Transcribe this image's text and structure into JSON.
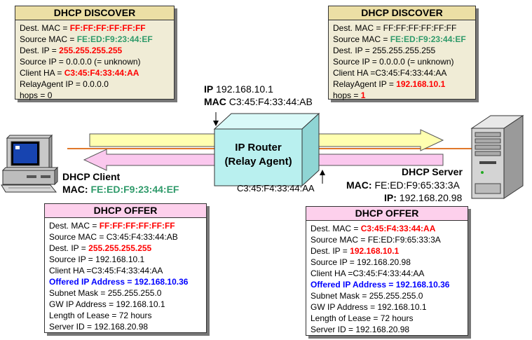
{
  "discover_left": {
    "title": "DHCP DISCOVER",
    "lines": [
      {
        "label": "Dest. MAC = ",
        "value": "FF:FF:FF:FF:FF:FF",
        "style": "red"
      },
      {
        "label": "Source MAC = ",
        "value": "FE:ED:F9:23:44:EF",
        "style": "green"
      },
      {
        "label": "Dest. IP = ",
        "value": "255.255.255.255",
        "style": "red"
      },
      {
        "label": "Source IP = 0.0.0.0 (= unknown)",
        "value": "",
        "style": ""
      },
      {
        "label": "Client HA = ",
        "value": "C3:45:F4:33:44:AA",
        "style": "red"
      },
      {
        "label": "RelayAgent IP = 0.0.0.0",
        "value": "",
        "style": ""
      },
      {
        "label": "hops = 0",
        "value": "",
        "style": ""
      }
    ]
  },
  "discover_right": {
    "title": "DHCP DISCOVER",
    "lines": [
      {
        "label": "Dest. MAC = FF:FF:FF:FF:FF:FF",
        "value": "",
        "style": ""
      },
      {
        "label": "Source MAC = ",
        "value": "FE:ED:F9:23:44:EF",
        "style": "green"
      },
      {
        "label": "Dest. IP = 255.255.255.255",
        "value": "",
        "style": ""
      },
      {
        "label": "Source IP = 0.0.0.0 (= unknown)",
        "value": "",
        "style": ""
      },
      {
        "label": "Client HA =C3:45:F4:33:44:AA",
        "value": "",
        "style": ""
      },
      {
        "label": "RelayAgent IP = ",
        "value": "192.168.10.1",
        "style": "red"
      },
      {
        "label": "hops = ",
        "value": "1",
        "style": "red"
      }
    ]
  },
  "offer_left": {
    "title": "DHCP OFFER",
    "lines": [
      {
        "label": "Dest. MAC = ",
        "value": "FF:FF:FF:FF:FF:FF",
        "style": "red"
      },
      {
        "label": "Source MAC = C3:45:F4:33:44:AB",
        "value": "",
        "style": ""
      },
      {
        "label": "Dest. IP = ",
        "value": "255.255.255.255",
        "style": "red"
      },
      {
        "label": "Source IP = 192.168.10.1",
        "value": "",
        "style": ""
      },
      {
        "label": "Client HA =C3:45:F4:33:44:AA",
        "value": "",
        "style": ""
      },
      {
        "label": "Offered IP Address = ",
        "value": "192.168.10.36",
        "style": "blue",
        "label_style": "blue"
      },
      {
        "label": "Subnet Mask = 255.255.255.0",
        "value": "",
        "style": ""
      },
      {
        "label": "GW IP Address = 192.168.10.1",
        "value": "",
        "style": ""
      },
      {
        "label": "Length of Lease = 72 hours",
        "value": "",
        "style": ""
      },
      {
        "label": "Server ID = 192.168.20.98",
        "value": "",
        "style": ""
      }
    ]
  },
  "offer_right": {
    "title": "DHCP OFFER",
    "lines": [
      {
        "label": "Dest. MAC = ",
        "value": "C3:45:F4:33:44:AA",
        "style": "red"
      },
      {
        "label": "Source MAC = FE:ED:F9:65:33:3A",
        "value": "",
        "style": ""
      },
      {
        "label": "Dest. IP = ",
        "value": "192.168.10.1",
        "style": "red"
      },
      {
        "label": "Source IP = 192.168.20.98",
        "value": "",
        "style": ""
      },
      {
        "label": "Client HA =C3:45:F4:33:44:AA",
        "value": "",
        "style": ""
      },
      {
        "label": "Offered IP Address = ",
        "value": "192.168.10.36",
        "style": "blue",
        "label_style": "blue"
      },
      {
        "label": "Subnet Mask = 255.255.255.0",
        "value": "",
        "style": ""
      },
      {
        "label": "GW IP Address = 192.168.10.1",
        "value": "",
        "style": ""
      },
      {
        "label": "Length of Lease = 72 hours",
        "value": "",
        "style": ""
      },
      {
        "label": "Server ID = 192.168.20.98",
        "value": "",
        "style": ""
      }
    ]
  },
  "router": {
    "name_line1": "IP Router",
    "name_line2": "(Relay Agent)",
    "ip_label": "IP",
    "ip_value": "192.168.10.1",
    "mac_label": "MAC",
    "mac_value": "C3:45:F4:33:44:AB",
    "other_mac": "C3:45:F4:33:44:AA"
  },
  "client": {
    "title": "DHCP Client",
    "mac_label": "MAC:",
    "mac_value": "FE:ED:F9:23:44:EF"
  },
  "server": {
    "title": "DHCP Server",
    "mac_label": "MAC:",
    "mac_value": "FE:ED:F9:65:33:3A",
    "ip_label": "IP:",
    "ip_value": "192.168.20.98"
  },
  "colors": {
    "discover_bg": "#f0ecd6",
    "discover_title_bg": "#ecdfa5",
    "offer_title_bg": "#fdd0ec",
    "forward_arrow": "#ffffb0",
    "reverse_arrow": "#fbc8ee",
    "router_front": "#b9f0ef",
    "link_line": "#e0782b",
    "red": "#ff0000",
    "green": "#2f9a6a",
    "blue": "#0000ff"
  }
}
